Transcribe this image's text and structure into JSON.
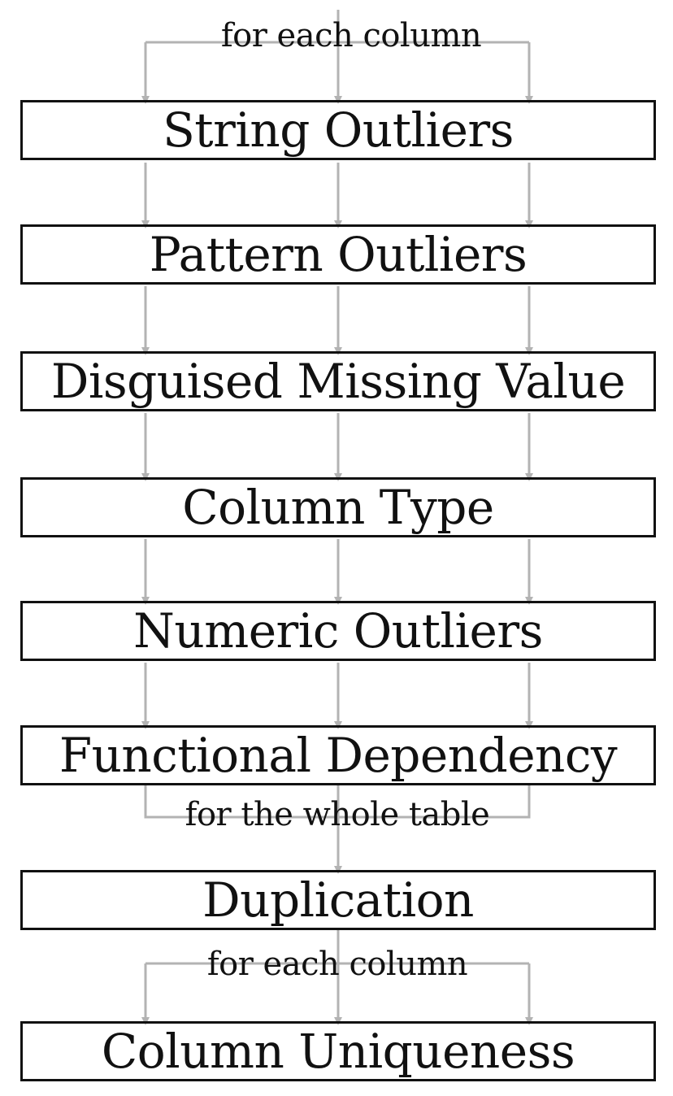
{
  "scopes": {
    "top": "for each column",
    "whole_table": "for the whole table",
    "bottom": "for each column"
  },
  "stages": [
    "String Outliers",
    "Pattern Outliers",
    "Disguised Missing Value",
    "Column Type",
    "Numeric Outliers",
    "Functional Dependency",
    "Duplication",
    "Column Uniqueness"
  ],
  "colors": {
    "connector": "#b3b3b3",
    "box_border": "#111111",
    "text": "#111111"
  }
}
